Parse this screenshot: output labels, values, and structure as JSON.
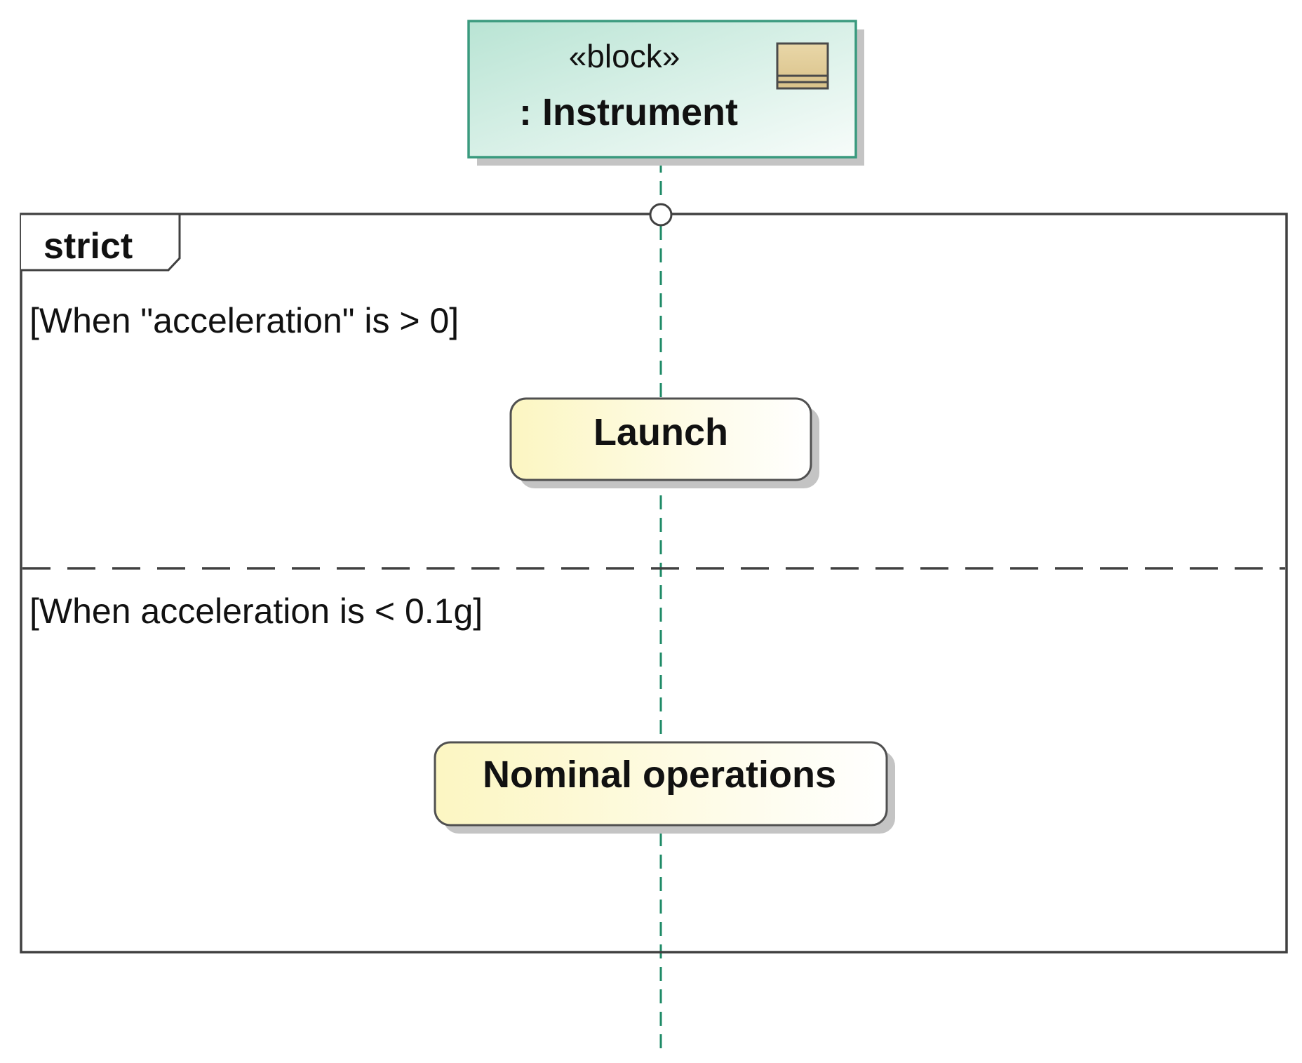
{
  "lifeline": {
    "stereotype": "«block»",
    "name": ": Instrument",
    "icon": "block-icon"
  },
  "fragment": {
    "operator": "strict",
    "operands": [
      {
        "guard": "[When \"acceleration\" is > 0]",
        "state": "Launch"
      },
      {
        "guard": "[When acceleration is  < 0.1g]",
        "state": "Nominal operations"
      }
    ]
  },
  "colors": {
    "lifeline_head_border": "#3a9a7e",
    "lifeline_head_fill": "#bfe6d8",
    "lifeline_line": "#1e8a66",
    "frame_border": "#404040",
    "state_fill": "#fdf8c8",
    "state_border": "#505050",
    "icon_fill": "#e3cf9c",
    "icon_border": "#4a4a4a"
  }
}
